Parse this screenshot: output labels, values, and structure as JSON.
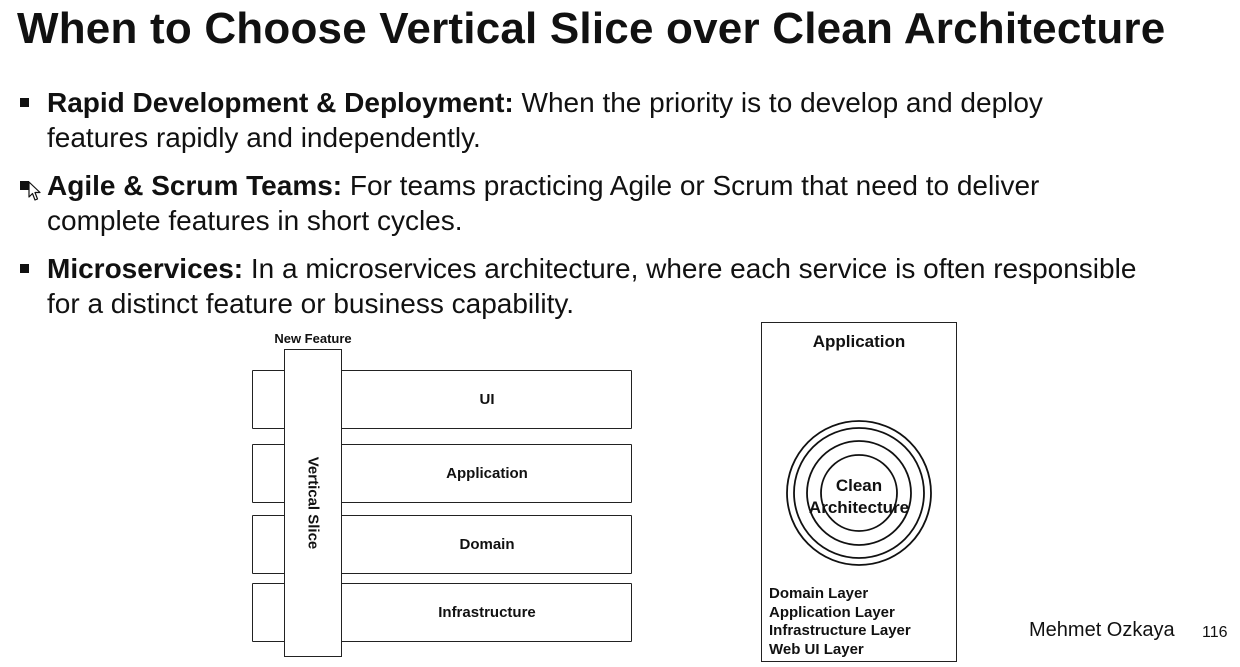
{
  "slide": {
    "title": "When to Choose Vertical Slice over Clean Architecture",
    "bullets": [
      {
        "term": "Rapid Development & Deployment:",
        "text": " When the priority is to develop and deploy features rapidly and independently."
      },
      {
        "term": "Agile & Scrum Teams:",
        "text": " For teams practicing Agile or Scrum that need to deliver complete features in short cycles."
      },
      {
        "term": "Microservices:",
        "text": " In a microservices architecture, where each service is often responsible for a distinct feature or business capability."
      }
    ],
    "author": "Mehmet Ozkaya",
    "page_number": "116"
  },
  "vertical_slice_diagram": {
    "feature_label": "New Feature",
    "slice_label": "Vertical Slice",
    "layers": [
      "UI",
      "Application",
      "Domain",
      "Infrastructure"
    ]
  },
  "clean_architecture_diagram": {
    "title": "Application",
    "core_label_line1": "Clean",
    "core_label_line2": "Architecture",
    "layers": [
      "Domain Layer",
      "Application Layer",
      "Infrastructure Layer",
      "Web UI Layer"
    ]
  }
}
